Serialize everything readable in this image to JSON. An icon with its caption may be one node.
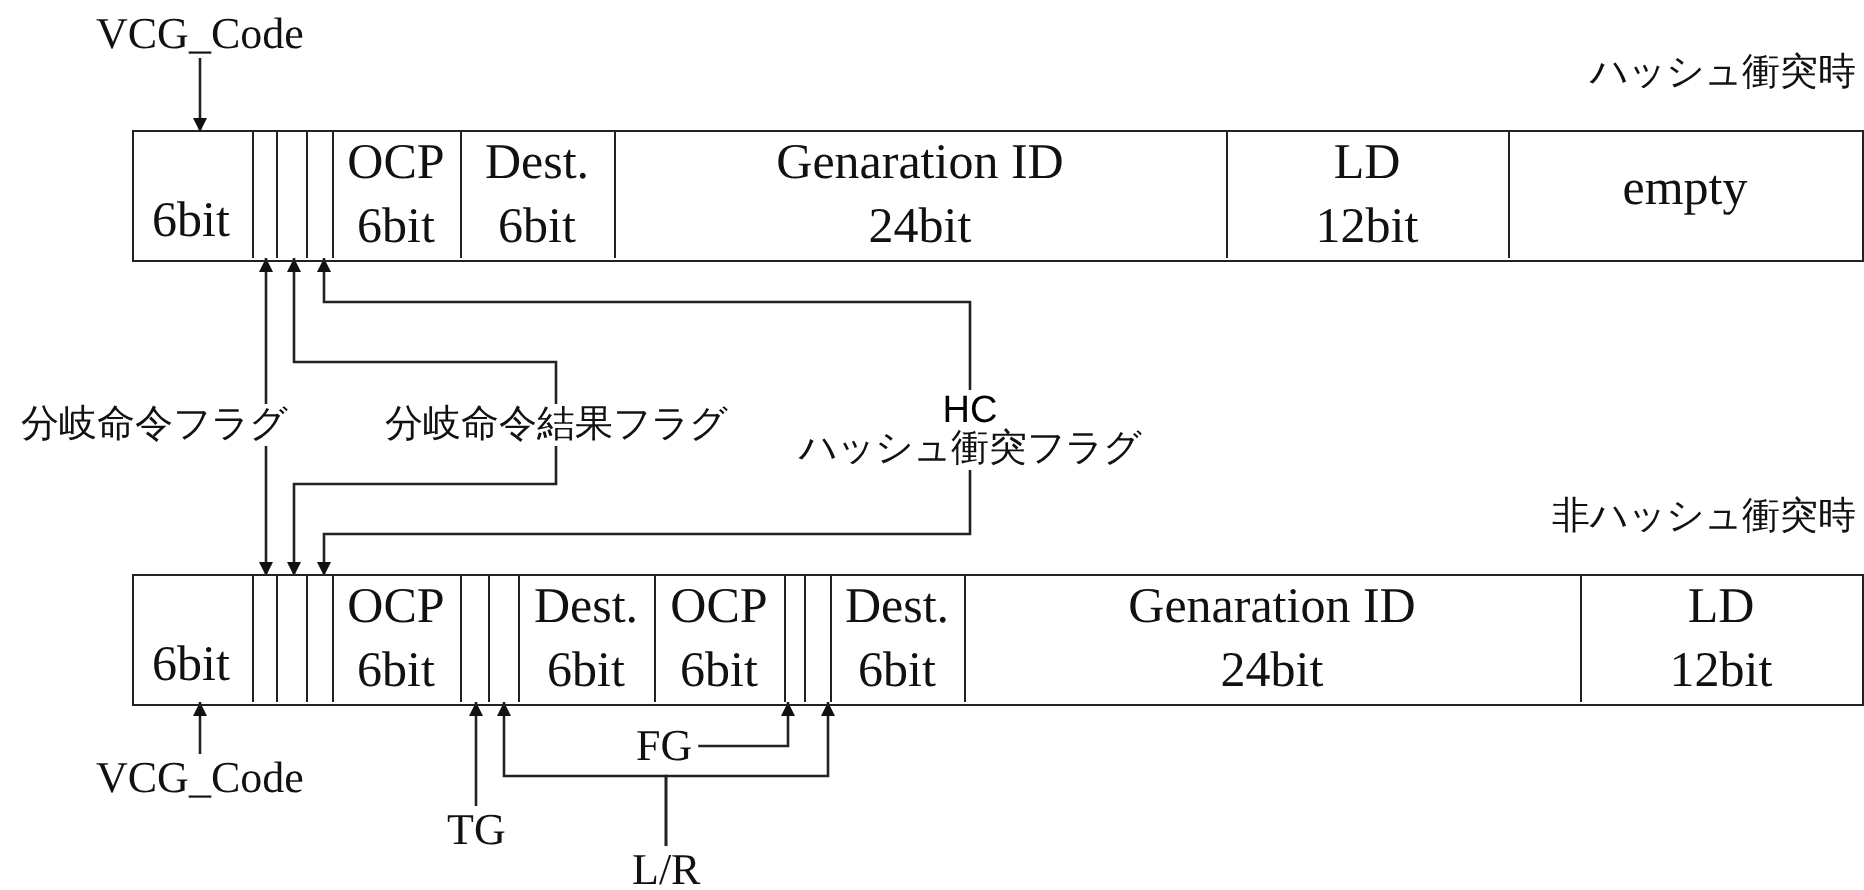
{
  "diagram": {
    "nodes": [
      {
        "text": [
          "ハッシュ衝突時"
        ]
      },
      {
        "text": [
          "6bit"
        ],
        "in": 0
      },
      {
        "text": [],
        "shape": "box",
        "in": 0
      },
      {
        "text": [],
        "shape": "box",
        "in": 0
      },
      {
        "text": [],
        "shape": "box",
        "in": 0
      },
      {
        "text": [
          "OCP",
          "6bit"
        ],
        "in": 0
      },
      {
        "text": [
          "Dest.",
          "6bit"
        ],
        "in": 0
      },
      {
        "text": [
          "Genaration ID",
          "24bit"
        ],
        "in": 0
      },
      {
        "text": [
          "LD",
          "12bit"
        ],
        "in": 0
      },
      {
        "text": [
          "empty"
        ],
        "in": 0
      },
      {
        "text": [
          "非ハッシュ衝突時"
        ]
      },
      {
        "text": [
          "6bit"
        ],
        "in": 10
      },
      {
        "text": [],
        "shape": "box",
        "in": 10
      },
      {
        "text": [],
        "shape": "box",
        "in": 10
      },
      {
        "text": [],
        "shape": "box",
        "in": 10
      },
      {
        "text": [
          "OCP",
          "6bit"
        ],
        "in": 10
      },
      {
        "text": [],
        "shape": "box",
        "in": 10
      },
      {
        "text": [],
        "shape": "box",
        "in": 10
      },
      {
        "text": [
          "Dest.",
          "6bit"
        ],
        "in": 10
      },
      {
        "text": [
          "OCP",
          "6bit"
        ],
        "in": 10
      },
      {
        "text": [],
        "shape": "box",
        "in": 10
      },
      {
        "text": [],
        "shape": "box",
        "in": 10
      },
      {
        "text": [
          "Dest.",
          "6bit"
        ],
        "in": 10
      },
      {
        "text": [
          "Genaration ID",
          "24bit"
        ],
        "in": 10
      },
      {
        "text": [
          "LD",
          "12bit"
        ],
        "in": 10
      },
      {
        "text": [
          "VCG_Code"
        ]
      },
      {
        "text": [
          "分岐命令フラグ"
        ]
      },
      {
        "text": [
          "分岐命令結果フラグ"
        ]
      },
      {
        "text": [
          "HC",
          "ハッシュ衝突フラグ"
        ]
      },
      {
        "text": [
          "VCG_Code"
        ]
      },
      {
        "text": [
          "TG"
        ]
      },
      {
        "text": [
          "FG"
        ]
      },
      {
        "text": [
          "L/R"
        ]
      }
    ],
    "edges": [
      {
        "from": 25,
        "to": 1,
        "arrow": "to"
      },
      {
        "from": 26,
        "to": 2,
        "arrow": "to"
      },
      {
        "from": 26,
        "to": 12,
        "arrow": "to"
      },
      {
        "from": 27,
        "to": 3,
        "arrow": "to"
      },
      {
        "from": 27,
        "to": 13,
        "arrow": "to"
      },
      {
        "from": 28,
        "to": 4,
        "arrow": "to"
      },
      {
        "from": 28,
        "to": 14,
        "arrow": "to"
      },
      {
        "from": 29,
        "to": 11,
        "arrow": "to"
      },
      {
        "from": 30,
        "to": 16,
        "arrow": "to"
      },
      {
        "from": 32,
        "to": 17,
        "arrow": "to"
      },
      {
        "from": 32,
        "to": 21,
        "arrow": "to"
      },
      {
        "from": 31,
        "to": 20,
        "arrow": "to"
      }
    ]
  }
}
